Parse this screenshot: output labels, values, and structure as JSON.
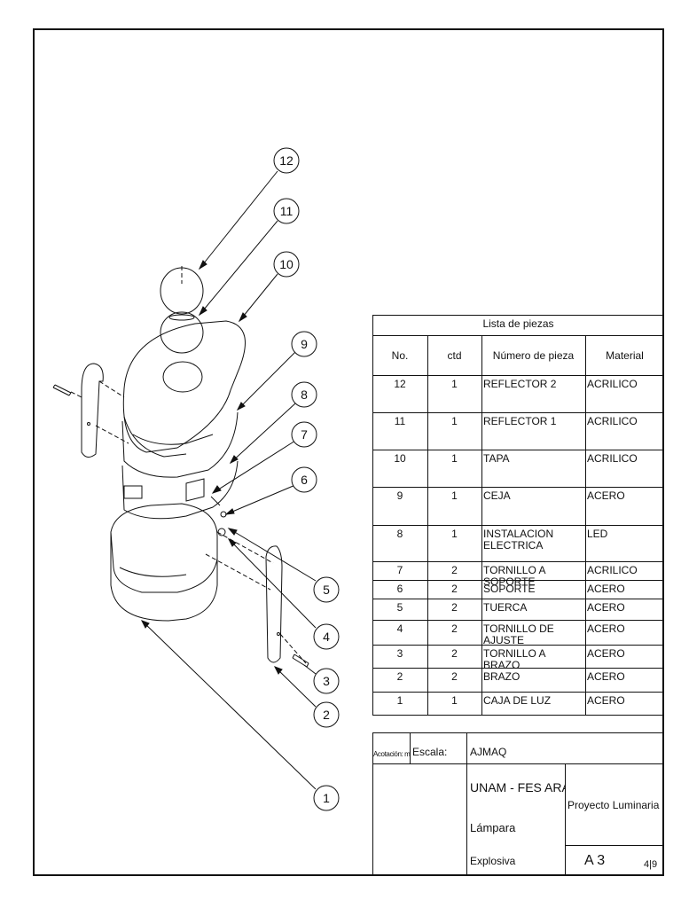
{
  "parts_list": {
    "title": "Lista de piezas",
    "headers": {
      "no": "No.",
      "qty": "ctd",
      "part": "Número de pieza",
      "material": "Material"
    },
    "rows": [
      {
        "no": "12",
        "qty": "1",
        "part": "REFLECTOR 2",
        "material": "ACRILICO"
      },
      {
        "no": "11",
        "qty": "1",
        "part": "REFLECTOR 1",
        "material": "ACRILICO"
      },
      {
        "no": "10",
        "qty": "1",
        "part": "TAPA",
        "material": "ACRILICO"
      },
      {
        "no": "9",
        "qty": "1",
        "part": "CEJA",
        "material": "ACERO"
      },
      {
        "no": "8",
        "qty": "1",
        "part": "INSTALACION ELECTRICA",
        "material": "LED"
      },
      {
        "no": "7",
        "qty": "2",
        "part": "TORNILLO A SOPORTE",
        "material": "ACRILICO"
      },
      {
        "no": "6",
        "qty": "2",
        "part": "SOPORTE",
        "material": "ACERO"
      },
      {
        "no": "5",
        "qty": "2",
        "part": "TUERCA",
        "material": "ACERO"
      },
      {
        "no": "4",
        "qty": "2",
        "part": "TORNILLO DE AJUSTE",
        "material": "ACERO"
      },
      {
        "no": "3",
        "qty": "2",
        "part": "TORNILLO A BRAZO",
        "material": "ACERO"
      },
      {
        "no": "2",
        "qty": "2",
        "part": "BRAZO",
        "material": "ACERO"
      },
      {
        "no": "1",
        "qty": "1",
        "part": "CAJA DE LUZ",
        "material": "ACERO"
      }
    ]
  },
  "title_block": {
    "units": "Acotación: mm",
    "scale_label": "Escala:",
    "author": "AJMAQ",
    "institution": "UNAM - FES ARAGÓN",
    "project": "Proyecto Luminaria",
    "drawing_name": "Lámpara",
    "view": "Explosiva",
    "size": "A 3",
    "sheet": "4|9"
  },
  "balloons": [
    "12",
    "11",
    "10",
    "9",
    "8",
    "7",
    "6",
    "5",
    "4",
    "3",
    "2",
    "1"
  ]
}
